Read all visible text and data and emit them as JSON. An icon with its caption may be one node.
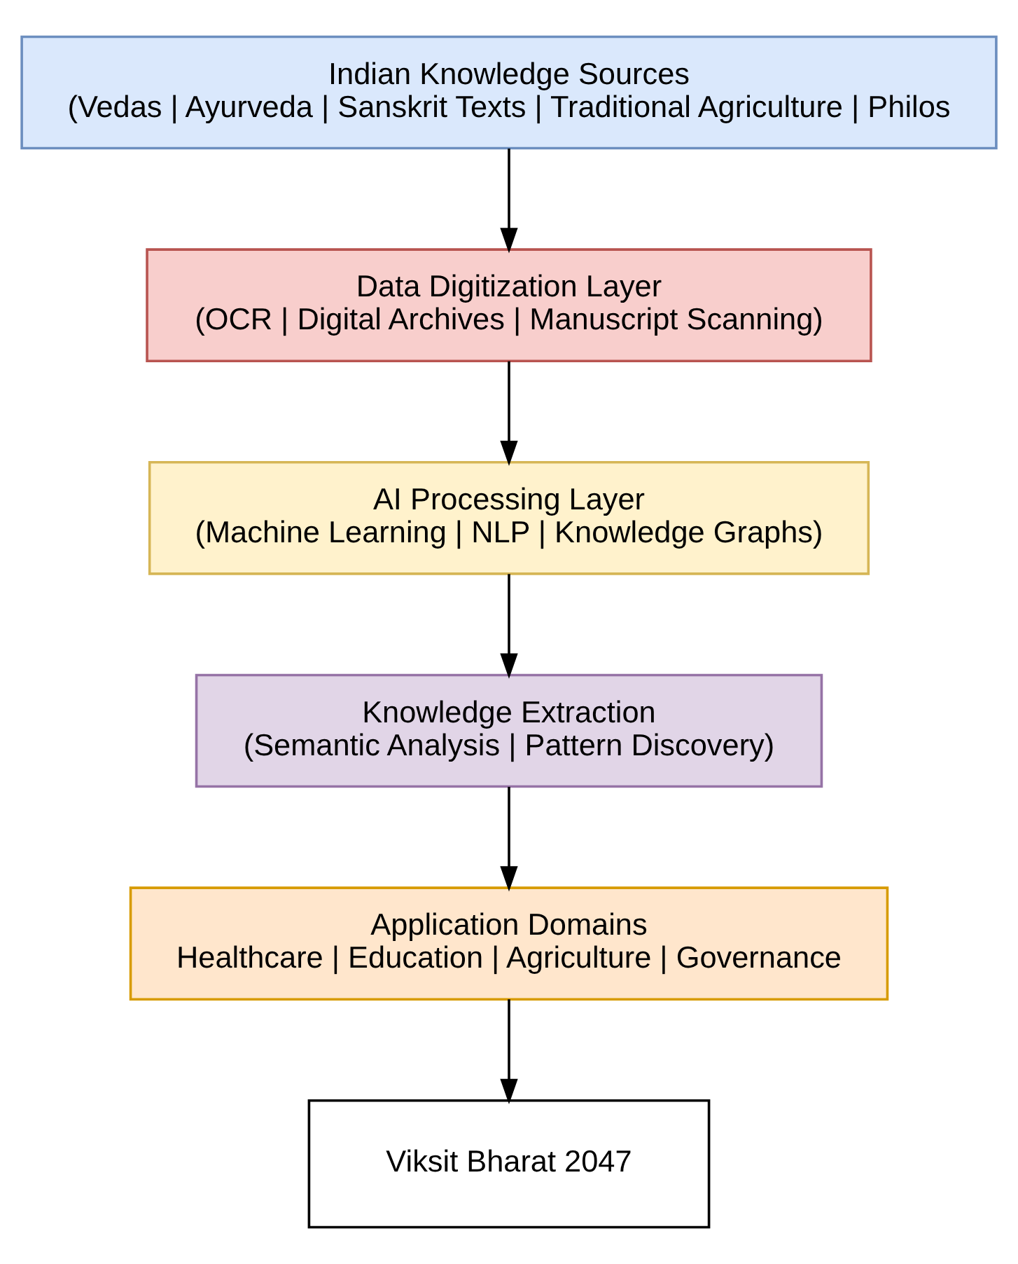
{
  "diagram": {
    "nodes": [
      {
        "text": [
          "Indian Knowledge Sources",
          "(Vedas | Ayurveda | Sanskrit Texts | Traditional Agriculture | Philos"
        ]
      },
      {
        "text": [
          "Data Digitization Layer",
          "(OCR | Digital Archives | Manuscript Scanning)"
        ]
      },
      {
        "text": [
          "AI Processing Layer",
          "(Machine Learning | NLP | Knowledge Graphs)"
        ]
      },
      {
        "text": [
          "Knowledge Extraction",
          "(Semantic Analysis | Pattern Discovery)"
        ]
      },
      {
        "text": [
          "Application Domains",
          "Healthcare | Education | Agriculture | Governance"
        ]
      },
      {
        "text": [
          "Viksit Bharat 2047"
        ]
      }
    ],
    "edges": [
      {
        "from": 0,
        "to": 1,
        "arrow": "to"
      },
      {
        "from": 1,
        "to": 2,
        "arrow": "to"
      },
      {
        "from": 2,
        "to": 3,
        "arrow": "to"
      },
      {
        "from": 3,
        "to": 4,
        "arrow": "to"
      },
      {
        "from": 4,
        "to": 5,
        "arrow": "to"
      }
    ]
  }
}
